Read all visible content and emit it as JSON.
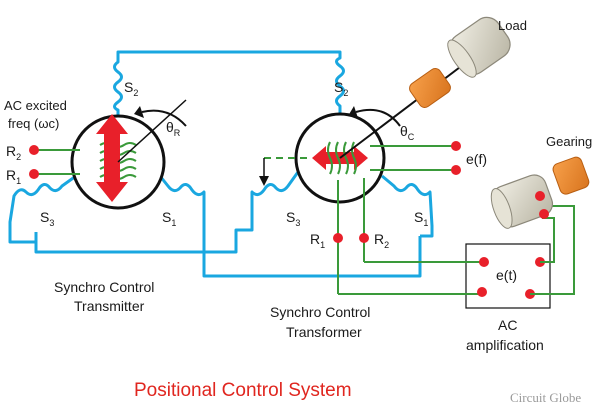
{
  "title": "Positional Control System",
  "watermark": "Circuit Globe",
  "labels": {
    "load": "Load",
    "gearing": "Gearing",
    "ac_excited_line1": "AC excited",
    "ac_excited_line2": "freq (ωc)",
    "r2_left": "R",
    "r2_left_sub": "2",
    "r1_left": "R",
    "r1_left_sub": "1",
    "s2_left": "S",
    "s2_left_sub": "2",
    "s3_left": "S",
    "s3_left_sub": "3",
    "s1_left": "S",
    "s1_left_sub": "1",
    "theta_r": "θ",
    "theta_r_sub": "R",
    "s2_right": "S",
    "s2_right_sub": "2",
    "s3_right": "S",
    "s3_right_sub": "3",
    "s1_right": "S",
    "s1_right_sub": "1",
    "theta_c": "θ",
    "theta_c_sub": "C",
    "r1_right": "R",
    "r1_right_sub": "1",
    "r2_right": "R",
    "r2_right_sub": "2",
    "ef": "e(f)",
    "et": "e(t)",
    "transmitter_line1": "Synchro Control",
    "transmitter_line2": "Transmitter",
    "transformer_line1": "Synchro Control",
    "transformer_line2": "Transformer",
    "amp_line1": "AC",
    "amp_line2": "amplification"
  },
  "colors": {
    "wire": "#1aa7e0",
    "green_wire": "#3a9a3a",
    "terminal": "#e8202a",
    "rotor": "#e8202a",
    "coupling": "#f08a2a",
    "motor": "#d9d6c8",
    "title": "#e0261f"
  }
}
